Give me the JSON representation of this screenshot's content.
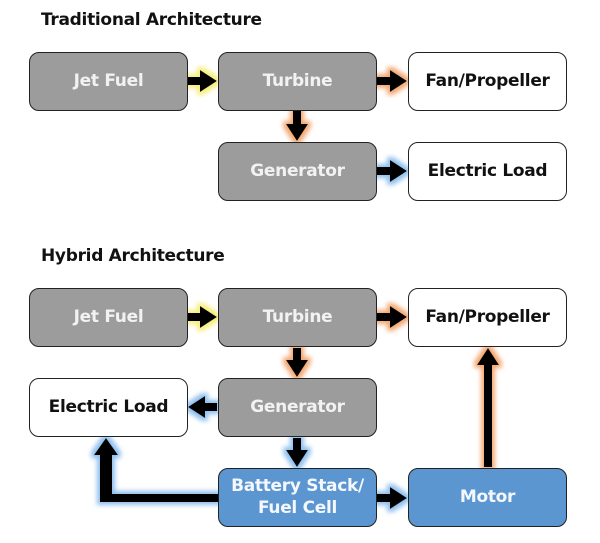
{
  "traditional": {
    "title": "Traditional Architecture",
    "nodes": {
      "jet_fuel": "Jet Fuel",
      "turbine": "Turbine",
      "fan": "Fan/Propeller",
      "generator": "Generator",
      "electric_load": "Electric Load"
    },
    "edges": [
      {
        "from": "Jet Fuel",
        "to": "Turbine",
        "glow": "yellow"
      },
      {
        "from": "Turbine",
        "to": "Fan/Propeller",
        "glow": "orange"
      },
      {
        "from": "Turbine",
        "to": "Generator",
        "glow": "orange"
      },
      {
        "from": "Generator",
        "to": "Electric Load",
        "glow": "blue"
      }
    ]
  },
  "hybrid": {
    "title": "Hybrid Architecture",
    "nodes": {
      "jet_fuel": "Jet Fuel",
      "turbine": "Turbine",
      "fan": "Fan/Propeller",
      "electric_load": "Electric Load",
      "generator": "Generator",
      "battery_line1": "Battery Stack/",
      "battery_line2": "Fuel Cell",
      "motor": "Motor"
    },
    "edges": [
      {
        "from": "Jet Fuel",
        "to": "Turbine",
        "glow": "yellow"
      },
      {
        "from": "Turbine",
        "to": "Fan/Propeller",
        "glow": "orange"
      },
      {
        "from": "Turbine",
        "to": "Generator",
        "glow": "orange"
      },
      {
        "from": "Generator",
        "to": "Electric Load",
        "glow": "blue"
      },
      {
        "from": "Generator",
        "to": "Battery Stack/Fuel Cell",
        "glow": "blue"
      },
      {
        "from": "Battery Stack/Fuel Cell",
        "to": "Electric Load",
        "glow": "blue"
      },
      {
        "from": "Battery Stack/Fuel Cell",
        "to": "Motor",
        "glow": "blue"
      },
      {
        "from": "Motor",
        "to": "Fan/Propeller",
        "glow": "orange"
      }
    ]
  },
  "colors": {
    "fuel_box": "#9c9c9c",
    "electric_box": "#5b96d0",
    "glow_yellow": "#f6ee7a",
    "glow_orange": "#f3a872",
    "glow_blue": "#8fc0ee"
  }
}
